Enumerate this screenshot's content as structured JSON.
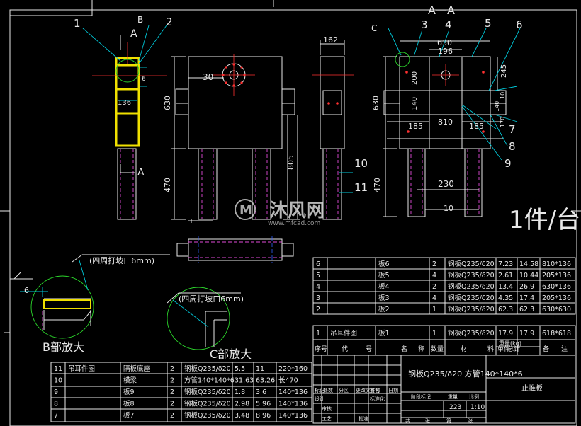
{
  "drawing": {
    "title_view": "A—A",
    "section_marks": {
      "a_top": "A",
      "a_bottom": "A",
      "b": "B",
      "c": "C"
    },
    "callouts": [
      "1",
      "2",
      "3",
      "4",
      "5",
      "6",
      "7",
      "8",
      "9",
      "10",
      "11"
    ],
    "dims_left": {
      "d136": "136",
      "d30": "30",
      "d630": "630",
      "d470": "470",
      "d6": "6"
    },
    "dims_side": {
      "d162": "162",
      "d805": "805"
    },
    "dims_right": {
      "d630w": "630",
      "d196": "196",
      "d245": "245",
      "d200": "200",
      "d140": "140",
      "d630h": "630",
      "d185a": "185",
      "d810": "810",
      "d185b": "185",
      "d470": "470",
      "d230": "230",
      "d10": "10",
      "d140b": "140",
      "d10b": "10",
      "d170": "170"
    },
    "note_qty": "1件/台",
    "detail_b": {
      "weld_note": "(四周打坡口6mm)",
      "dim6": "6",
      "caption": "B部放大"
    },
    "detail_c": {
      "weld_note": "(四周打坡口6mm)",
      "caption": "C部放大"
    },
    "watermark": {
      "brand": "沐风网",
      "url": "www.mfcad.com"
    }
  },
  "bom_upper": {
    "rows": [
      [
        "6",
        "",
        "板6",
        "2",
        "钢板Q235/δ20",
        "7.23",
        "14.58",
        "810*136",
        ""
      ],
      [
        "5",
        "",
        "板5",
        "4",
        "钢板Q235/δ20",
        "2.61",
        "10.44",
        "205*136",
        ""
      ],
      [
        "4",
        "",
        "板4",
        "2",
        "钢板Q235/δ20",
        "13.4",
        "26.9",
        "630*136",
        ""
      ],
      [
        "3",
        "",
        "板3",
        "4",
        "钢板Q235/δ20",
        "4.35",
        "17.4",
        "205*136",
        ""
      ],
      [
        "2",
        "",
        "板2",
        "1",
        "钢板Q235/δ20",
        "62.3",
        "62.3",
        "630*630",
        ""
      ]
    ],
    "row1": [
      "1",
      "吊耳件图",
      "板1",
      "1",
      "钢板Q235/δ20",
      "17.9",
      "17.9",
      "618*618",
      ""
    ],
    "header": [
      "序号",
      "代",
      "号",
      "名",
      "称",
      "数量",
      "材",
      "料",
      "单件",
      "总计",
      "备",
      "注"
    ],
    "weight_header": "重量(kg)"
  },
  "bom_lower": {
    "rows": [
      [
        "11",
        "吊耳件图",
        "隔板底座",
        "2",
        "钢板Q235/δ20",
        "5.5",
        "11",
        "220*160"
      ],
      [
        "10",
        "",
        "横梁",
        "2",
        "方管140*140*6",
        "31.63",
        "63.26",
        "长470"
      ],
      [
        "9",
        "",
        "板9",
        "2",
        "钢板Q235/δ20",
        "1.8",
        "3.6",
        "140*136"
      ],
      [
        "8",
        "",
        "板8",
        "2",
        "钢板Q235/δ20",
        "2.98",
        "5.96",
        "140*136"
      ],
      [
        "7",
        "",
        "板7",
        "2",
        "钢板Q235/δ20",
        "3.48",
        "8.96",
        "140*136"
      ]
    ]
  },
  "title_block": {
    "material": "钢板Q235/δ20 方管140*140*6",
    "name": "止推板",
    "weight": "223",
    "scale": "1:10",
    "labels": [
      "标记",
      "处数",
      "分区",
      "更改文件号",
      "签名",
      "日期"
    ],
    "labels2": [
      "设计",
      "标准化"
    ],
    "labels3": [
      "审核"
    ],
    "labels4": [
      "工艺",
      "批准"
    ],
    "stage_labels": [
      "阶段标记",
      "重量",
      "比例"
    ],
    "sheet_labels": [
      "共",
      "张",
      "第",
      "张"
    ]
  },
  "colors": {
    "bg": "#000000",
    "line_white": "#e8e8e8",
    "cyan": "#00c8d8",
    "green": "#2bd62b",
    "yellow": "#f0e000",
    "magenta": "#e04ad8",
    "red": "#ff3030"
  }
}
